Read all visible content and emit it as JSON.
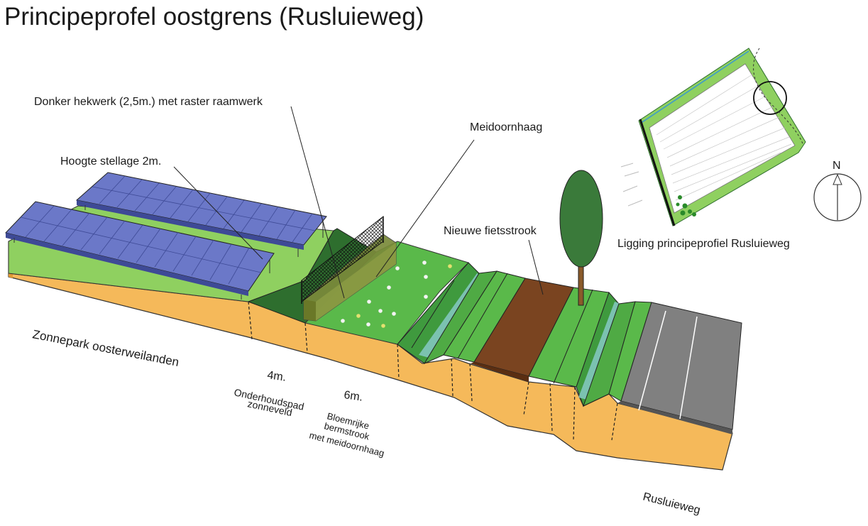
{
  "title": "Principeprofel oostgrens (Rusluieweg)",
  "callouts": {
    "fence": "Donker hekwerk (2,5m.) met raster raamwerk",
    "rack_height": "Hoogte stellage 2m.",
    "hawthorn": "Meidoornhaag",
    "cycle_lane": "Nieuwe fietsstrook"
  },
  "zones": {
    "solar_park": "Zonnepark oosterweilanden",
    "path_width": "4m.",
    "path_line1": "Onderhoudspad",
    "path_line2": "zonneveld",
    "verge_width": "6m.",
    "verge_line1": "Bloemrijke",
    "verge_line2": "bermstrook",
    "verge_line3": "met meidoornhaag",
    "road": "Rusluieweg"
  },
  "location_map": {
    "caption": "Ligging principeprofiel Rusluieweg",
    "compass": "N"
  },
  "colors": {
    "soil": "#f5b95a",
    "soil_dark": "#e09a35",
    "grass": "#5ab94a",
    "grass_light": "#8fd060",
    "grass_dark": "#2e6e2e",
    "panel": "#6b78c8",
    "panel_dark": "#3e4a96",
    "hedge": "#7a8a3a",
    "cycle_lane": "#7a4420",
    "road": "#808080",
    "water": "#86c9c4",
    "tree": "#3a7a3a",
    "trunk": "#8a5a2a"
  }
}
